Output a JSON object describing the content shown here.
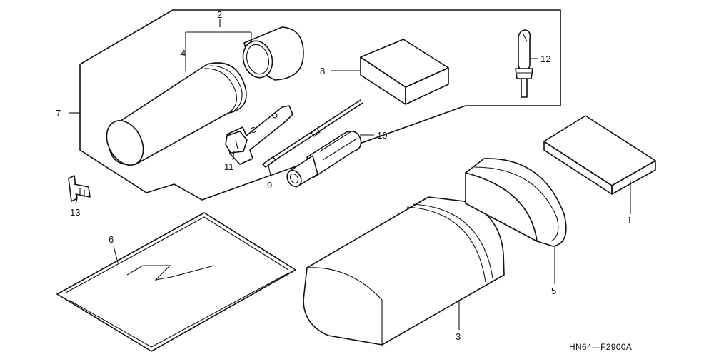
{
  "diagram": {
    "callouts": {
      "n1": "1",
      "n2": "2",
      "n3": "3",
      "n4": "4",
      "n5": "5",
      "n6": "6",
      "n7": "7",
      "n8": "8",
      "n9": "9",
      "n10": "10",
      "n11": "11",
      "n12": "12",
      "n13": "13"
    },
    "figure_code": "HN64—F2900A"
  }
}
